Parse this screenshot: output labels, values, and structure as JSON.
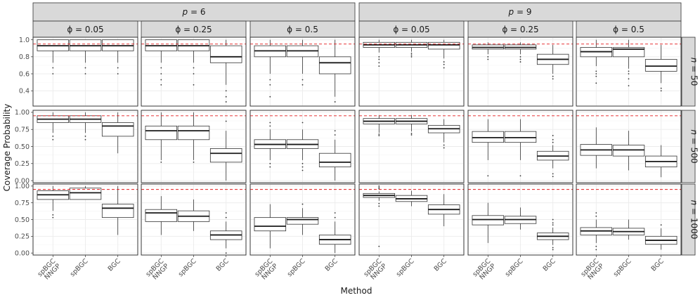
{
  "chart_data": {
    "type": "boxplot",
    "xlabel": "Method",
    "ylabel": "Coverage Probability",
    "reference_line": {
      "y": 0.95,
      "color": "#e41a1c",
      "style": "dashed"
    },
    "methods": [
      "spBGC\nNNGP",
      "spBGC",
      "BGC"
    ],
    "column_groups": [
      {
        "label": "p = 6",
        "var": "p",
        "value": "6",
        "sub": [
          "ϕ = 0.05",
          "ϕ = 0.25",
          "ϕ = 0.5"
        ]
      },
      {
        "label": "p = 9",
        "var": "p",
        "value": "9",
        "sub": [
          "ϕ = 0.05",
          "ϕ = 0.25",
          "ϕ = 0.5"
        ]
      }
    ],
    "rows": [
      {
        "label": "n = 50",
        "var": "n",
        "value": "50",
        "ylim": [
          0.22,
          1.03
        ],
        "yticks": [
          0.4,
          0.6,
          0.8,
          1.0
        ],
        "ytick_labels": [
          "0.4",
          "0.6",
          "0.8",
          "1.0"
        ]
      },
      {
        "label": "n = 500",
        "var": "n",
        "value": "500",
        "ylim": [
          -0.03,
          1.03
        ],
        "yticks": [
          0.0,
          0.25,
          0.5,
          0.75,
          1.0
        ],
        "ytick_labels": [
          "0.00",
          "0.25",
          "0.50",
          "0.75",
          "1.00"
        ]
      },
      {
        "label": "n = 1000",
        "var": "n",
        "value": "1000",
        "ylim": [
          -0.03,
          1.03
        ],
        "yticks": [
          0.0,
          0.25,
          0.5,
          0.75,
          1.0
        ],
        "ytick_labels": [
          "0.00",
          "0.25",
          "0.50",
          "0.75",
          "1.00"
        ]
      }
    ],
    "panels": [
      [
        [
          {
            "min": 0.73,
            "q1": 0.87,
            "median": 0.93,
            "q3": 1.0,
            "max": 1.0,
            "outliers": [
              0.67,
              0.6
            ]
          },
          {
            "min": 0.73,
            "q1": 0.87,
            "median": 0.93,
            "q3": 1.0,
            "max": 1.0,
            "outliers": [
              0.67,
              0.6
            ]
          },
          {
            "min": 0.73,
            "q1": 0.87,
            "median": 0.93,
            "q3": 1.0,
            "max": 1.0,
            "outliers": [
              0.67,
              0.6
            ]
          }
        ],
        [
          {
            "min": 0.73,
            "q1": 0.87,
            "median": 0.93,
            "q3": 1.0,
            "max": 1.0,
            "outliers": [
              0.67,
              0.6,
              0.53,
              0.47
            ]
          },
          {
            "min": 0.73,
            "q1": 0.87,
            "median": 0.93,
            "q3": 1.0,
            "max": 1.0,
            "outliers": [
              0.67,
              0.6,
              0.47
            ]
          },
          {
            "min": 0.47,
            "q1": 0.73,
            "median": 0.8,
            "q3": 0.93,
            "max": 1.0,
            "outliers": [
              0.4,
              0.33,
              0.27
            ]
          }
        ],
        [
          {
            "min": 0.6,
            "q1": 0.8,
            "median": 0.87,
            "q3": 0.93,
            "max": 1.0,
            "outliers": [
              0.53,
              0.47,
              0.33
            ]
          },
          {
            "min": 0.6,
            "q1": 0.8,
            "median": 0.87,
            "q3": 0.93,
            "max": 1.0,
            "outliers": [
              0.53,
              0.47
            ]
          },
          {
            "min": 0.33,
            "q1": 0.6,
            "median": 0.73,
            "q3": 0.8,
            "max": 1.0,
            "outliers": [
              0.27
            ]
          }
        ]
      ],
      [
        [
          {
            "min": 0.7,
            "q1": 0.85,
            "median": 0.9,
            "q3": 0.95,
            "max": 1.0,
            "outliers": [
              0.65,
              0.6
            ]
          },
          {
            "min": 0.7,
            "q1": 0.85,
            "median": 0.9,
            "q3": 0.95,
            "max": 1.0,
            "outliers": [
              0.65,
              0.6
            ]
          },
          {
            "min": 0.4,
            "q1": 0.65,
            "median": 0.8,
            "q3": 0.85,
            "max": 1.0,
            "outliers": []
          }
        ],
        [
          {
            "min": 0.3,
            "q1": 0.6,
            "median": 0.73,
            "q3": 0.8,
            "max": 1.0,
            "outliers": [
              0.27
            ]
          },
          {
            "min": 0.3,
            "q1": 0.6,
            "median": 0.73,
            "q3": 0.8,
            "max": 1.0,
            "outliers": [
              0.27
            ]
          },
          {
            "min": 0.0,
            "q1": 0.27,
            "median": 0.4,
            "q3": 0.47,
            "max": 0.73,
            "outliers": [
              0.87
            ]
          }
        ],
        [
          {
            "min": 0.3,
            "q1": 0.47,
            "median": 0.53,
            "q3": 0.6,
            "max": 0.75,
            "outliers": [
              0.8,
              0.85,
              0.25,
              0.2
            ]
          },
          {
            "min": 0.3,
            "q1": 0.47,
            "median": 0.53,
            "q3": 0.6,
            "max": 0.75,
            "outliers": [
              0.85,
              0.25,
              0.2,
              0.15
            ]
          },
          {
            "min": 0.0,
            "q1": 0.2,
            "median": 0.27,
            "q3": 0.4,
            "max": 0.6,
            "outliers": [
              0.73,
              0.67
            ]
          }
        ]
      ],
      [
        [
          {
            "min": 0.63,
            "q1": 0.8,
            "median": 0.87,
            "q3": 0.93,
            "max": 1.0,
            "outliers": [
              0.57,
              0.53
            ]
          },
          {
            "min": 0.8,
            "q1": 0.8,
            "median": 0.9,
            "q3": 0.97,
            "max": 1.0,
            "outliers": []
          },
          {
            "min": 0.27,
            "q1": 0.53,
            "median": 0.67,
            "q3": 0.73,
            "max": 1.0,
            "outliers": []
          }
        ],
        [
          {
            "min": 0.27,
            "q1": 0.47,
            "median": 0.6,
            "q3": 0.65,
            "max": 0.85,
            "outliers": []
          },
          {
            "min": 0.33,
            "q1": 0.47,
            "median": 0.55,
            "q3": 0.63,
            "max": 0.8,
            "outliers": []
          },
          {
            "min": 0.07,
            "q1": 0.2,
            "median": 0.27,
            "q3": 0.33,
            "max": 0.47,
            "outliers": [
              0.53,
              0.6,
              0.0
            ]
          }
        ],
        [
          {
            "min": 0.07,
            "q1": 0.33,
            "median": 0.4,
            "q3": 0.53,
            "max": 0.73,
            "outliers": []
          },
          {
            "min": 0.27,
            "q1": 0.43,
            "median": 0.5,
            "q3": 0.53,
            "max": 0.67,
            "outliers": [
              0.73
            ]
          },
          {
            "min": 0.0,
            "q1": 0.13,
            "median": 0.2,
            "q3": 0.27,
            "max": 0.47,
            "outliers": [
              0.53,
              0.6
            ]
          }
        ]
      ]
    ],
    "panels_p9": [
      [
        [
          {
            "min": 0.85,
            "q1": 0.91,
            "median": 0.94,
            "q3": 0.97,
            "max": 1.0,
            "outliers": [
              0.8,
              0.77,
              0.73,
              0.69
            ]
          },
          {
            "min": 0.86,
            "q1": 0.91,
            "median": 0.94,
            "q3": 0.97,
            "max": 1.0,
            "outliers": [
              0.84,
              0.82,
              0.8
            ]
          },
          {
            "min": 0.78,
            "q1": 0.89,
            "median": 0.94,
            "q3": 0.97,
            "max": 1.0,
            "outliers": [
              0.74,
              0.71,
              0.67
            ]
          }
        ],
        [
          {
            "min": 0.83,
            "q1": 0.89,
            "median": 0.91,
            "q3": 0.94,
            "max": 0.97,
            "outliers": [
              0.8,
              0.77
            ]
          },
          {
            "min": 0.83,
            "q1": 0.89,
            "median": 0.91,
            "q3": 0.94,
            "max": 0.97,
            "outliers": [
              0.8,
              0.77,
              0.74
            ]
          },
          {
            "min": 0.6,
            "q1": 0.71,
            "median": 0.77,
            "q3": 0.83,
            "max": 0.94,
            "outliers": [
              0.57,
              0.54
            ]
          }
        ],
        [
          {
            "min": 0.69,
            "q1": 0.8,
            "median": 0.86,
            "q3": 0.91,
            "max": 1.0,
            "outliers": [
              0.63,
              0.6,
              0.57,
              0.49
            ]
          },
          {
            "min": 0.66,
            "q1": 0.8,
            "median": 0.89,
            "q3": 0.91,
            "max": 1.0,
            "outliers": [
              0.63,
              0.6,
              0.54,
              0.46
            ]
          },
          {
            "min": 0.49,
            "q1": 0.63,
            "median": 0.69,
            "q3": 0.77,
            "max": 0.94,
            "outliers": [
              0.43,
              0.4
            ]
          }
        ]
      ],
      [
        [
          {
            "min": 0.7,
            "q1": 0.83,
            "median": 0.87,
            "q3": 0.91,
            "max": 0.96,
            "outliers": [
              0.68,
              0.66
            ]
          },
          {
            "min": 0.72,
            "q1": 0.83,
            "median": 0.87,
            "q3": 0.91,
            "max": 0.96,
            "outliers": [
              0.69,
              0.67
            ]
          },
          {
            "min": 0.56,
            "q1": 0.7,
            "median": 0.76,
            "q3": 0.81,
            "max": 0.9,
            "outliers": [
              0.52,
              0.48
            ]
          }
        ],
        [
          {
            "min": 0.3,
            "q1": 0.56,
            "median": 0.63,
            "q3": 0.72,
            "max": 0.9,
            "outliers": [
              0.07
            ]
          },
          {
            "min": 0.3,
            "q1": 0.56,
            "median": 0.63,
            "q3": 0.72,
            "max": 0.9,
            "outliers": [
              0.07
            ]
          },
          {
            "min": 0.18,
            "q1": 0.3,
            "median": 0.36,
            "q3": 0.43,
            "max": 0.52,
            "outliers": [
              0.66,
              0.6,
              0.56,
              0.1,
              0.06
            ]
          }
        ],
        [
          {
            "min": 0.18,
            "q1": 0.37,
            "median": 0.45,
            "q3": 0.53,
            "max": 0.78,
            "outliers": []
          },
          {
            "min": 0.15,
            "q1": 0.36,
            "median": 0.45,
            "q3": 0.52,
            "max": 0.73,
            "outliers": []
          },
          {
            "min": 0.05,
            "q1": 0.2,
            "median": 0.28,
            "q3": 0.36,
            "max": 0.52,
            "outliers": []
          }
        ]
      ],
      [
        [
          {
            "min": 0.78,
            "q1": 0.83,
            "median": 0.86,
            "q3": 0.89,
            "max": 0.92,
            "outliers": [
              0.96,
              0.98,
              1.0,
              0.74,
              0.7,
              0.1
            ]
          },
          {
            "min": 0.7,
            "q1": 0.77,
            "median": 0.81,
            "q3": 0.86,
            "max": 0.93,
            "outliers": []
          },
          {
            "min": 0.4,
            "q1": 0.58,
            "median": 0.65,
            "q3": 0.72,
            "max": 0.88,
            "outliers": []
          }
        ],
        [
          {
            "min": 0.15,
            "q1": 0.42,
            "median": 0.5,
            "q3": 0.56,
            "max": 0.75,
            "outliers": []
          },
          {
            "min": 0.35,
            "q1": 0.44,
            "median": 0.5,
            "q3": 0.55,
            "max": 0.68,
            "outliers": []
          },
          {
            "min": 0.12,
            "q1": 0.2,
            "median": 0.25,
            "q3": 0.3,
            "max": 0.38,
            "outliers": [
              0.5,
              0.45,
              0.42,
              0.08,
              0.05
            ]
          }
        ],
        [
          {
            "min": 0.15,
            "q1": 0.27,
            "median": 0.33,
            "q3": 0.38,
            "max": 0.5,
            "outliers": [
              0.6,
              0.55,
              0.1,
              0.05
            ]
          },
          {
            "min": 0.2,
            "q1": 0.27,
            "median": 0.32,
            "q3": 0.37,
            "max": 0.5,
            "outliers": []
          },
          {
            "min": 0.05,
            "q1": 0.13,
            "median": 0.19,
            "q3": 0.25,
            "max": 0.37,
            "outliers": [
              0.42
            ]
          }
        ]
      ]
    ]
  }
}
